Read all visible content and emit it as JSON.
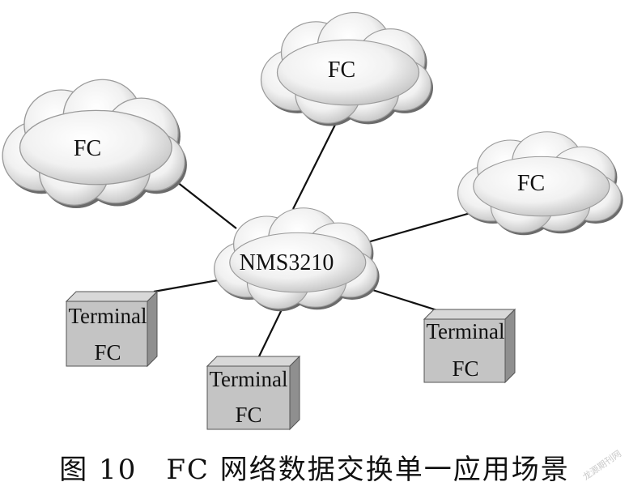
{
  "diagram": {
    "hub": {
      "label": "NMS3210"
    },
    "clouds": [
      {
        "label": "FC"
      },
      {
        "label": "FC"
      },
      {
        "label": "FC"
      }
    ],
    "terminals": [
      {
        "line1": "Terminal",
        "line2": "FC"
      },
      {
        "line1": "Terminal",
        "line2": "FC"
      },
      {
        "line1": "Terminal",
        "line2": "FC"
      }
    ]
  },
  "caption": "图 10　FC 网络数据交换单一应用场景",
  "watermark": "龙源期刊网"
}
